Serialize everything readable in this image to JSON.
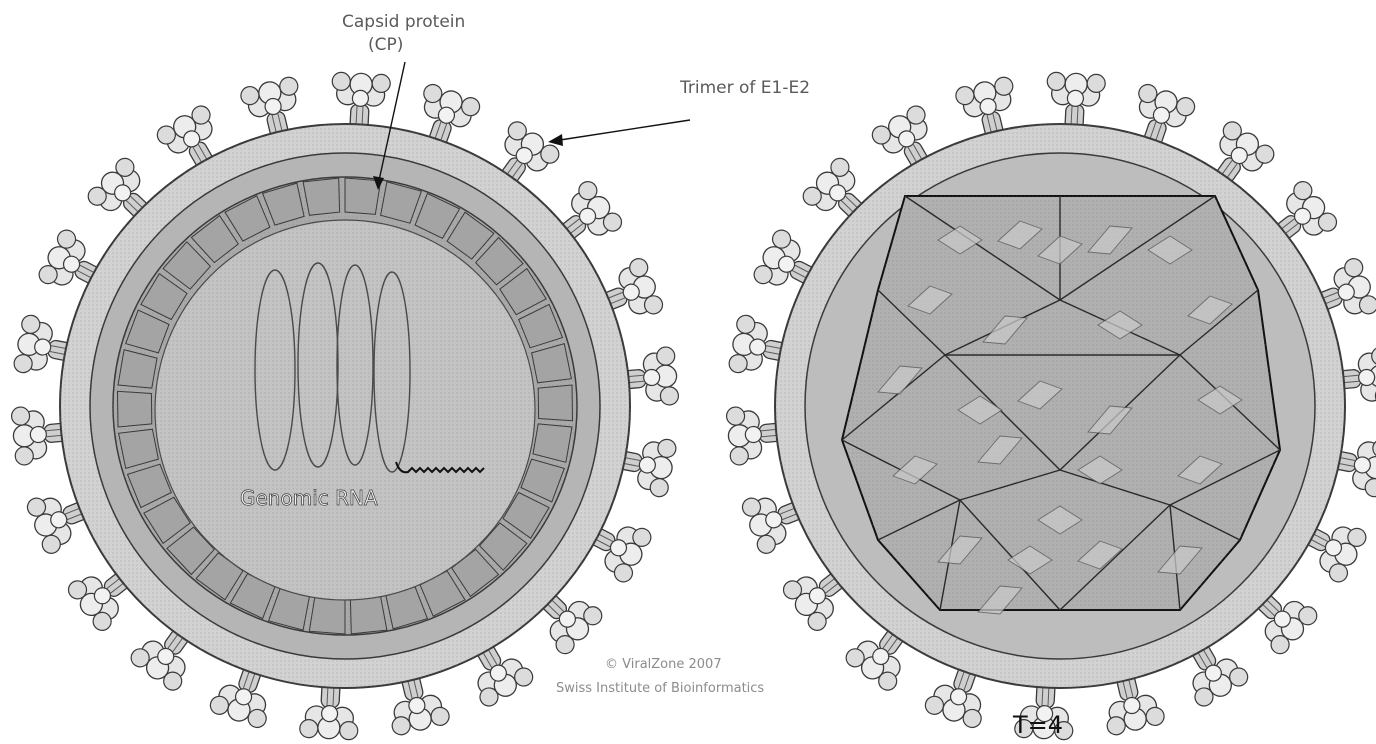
{
  "labels": {
    "capsid_line1": "Capsid protein",
    "capsid_line2": "(CP)",
    "trimer": "Trimer of E1-E2",
    "genomic_rna": "Genomic RNA",
    "copyright_line1": "© ViralZone 2007",
    "copyright_line2": "Swiss Institute of Bioinformatics",
    "triangulation": "T=4"
  },
  "colors": {
    "membrane": "#b5b5b5",
    "outer_rim": "#d2d2d2",
    "capsid_layer": "#a9a9a9",
    "core": "#c3c3c3",
    "spike_knob": "#e6e6e6",
    "outline": "#3a3a3a"
  },
  "spikes": {
    "left_count": 22,
    "right_count": 22
  }
}
